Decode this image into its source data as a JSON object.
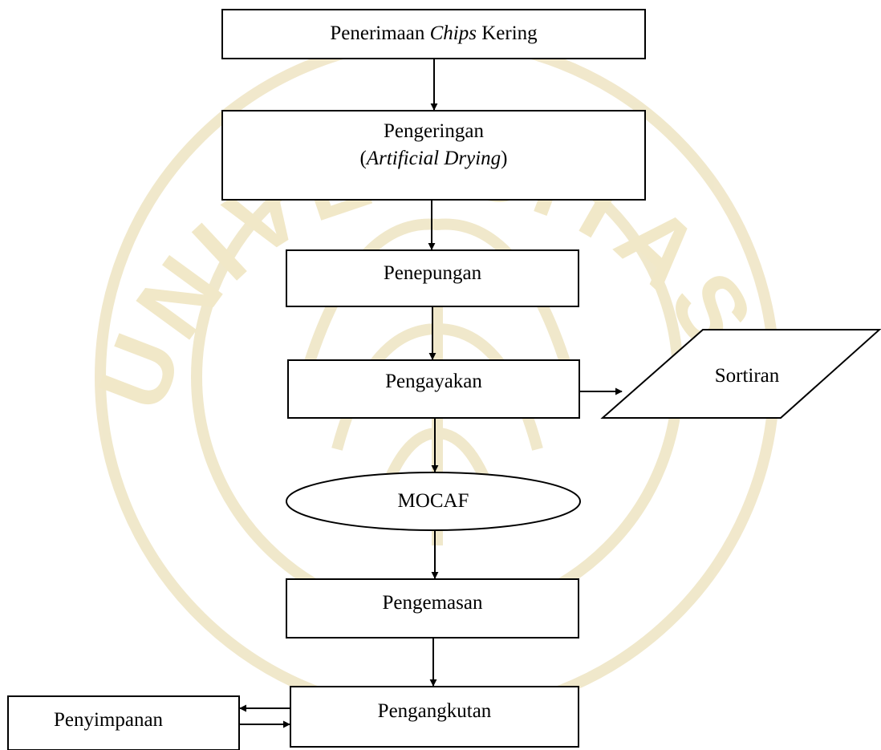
{
  "flowchart": {
    "step1": {
      "before": "Penerimaan ",
      "italic": "Chips",
      "after": " Kering"
    },
    "step2": {
      "line1": "Pengeringan",
      "open": "(",
      "italic": "Artificial Drying",
      "close": ")"
    },
    "step3": "Penepungan",
    "step4": "Pengayakan",
    "side_output": "Sortiran",
    "product": "MOCAF",
    "step5": "Pengemasan",
    "step6": "Pengangkutan",
    "storage": "Penyimpanan"
  },
  "watermark": {
    "text": "UNIVERSITAS",
    "color": "#e9dcae"
  }
}
